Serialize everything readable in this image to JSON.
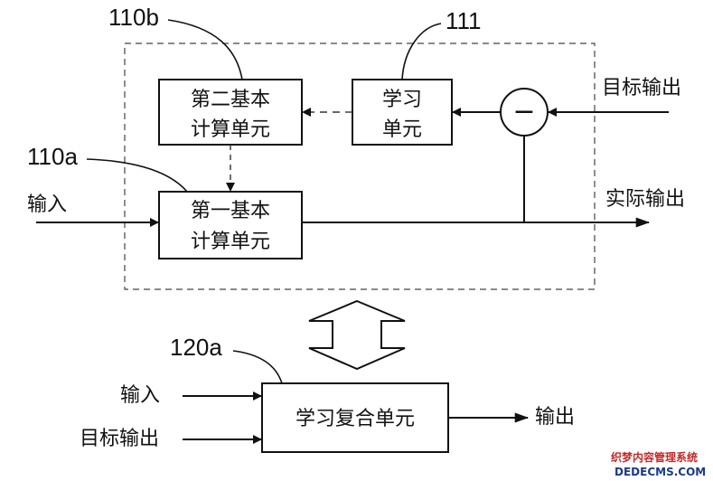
{
  "diagram": {
    "ref_110b": "110b",
    "ref_111": "111",
    "ref_110a": "110a",
    "ref_120a": "120a",
    "block_second": {
      "line1": "第二基本",
      "line2": "计算单元"
    },
    "block_learn": {
      "line1": "学习",
      "line2": "单元"
    },
    "block_first": {
      "line1": "第一基本",
      "line2": "计算单元"
    },
    "block_composite": "学习复合单元",
    "subtractor_symbol": "−",
    "label_target_output_top": "目标输出",
    "label_actual_output": "实际输出",
    "label_input_top": "输入",
    "label_input_bottom": "输入",
    "label_target_output_bottom": "目标输出",
    "label_output": "输出"
  },
  "watermark": {
    "line1": "织梦内容管理系统",
    "line2": "DEDECMS.COM"
  }
}
